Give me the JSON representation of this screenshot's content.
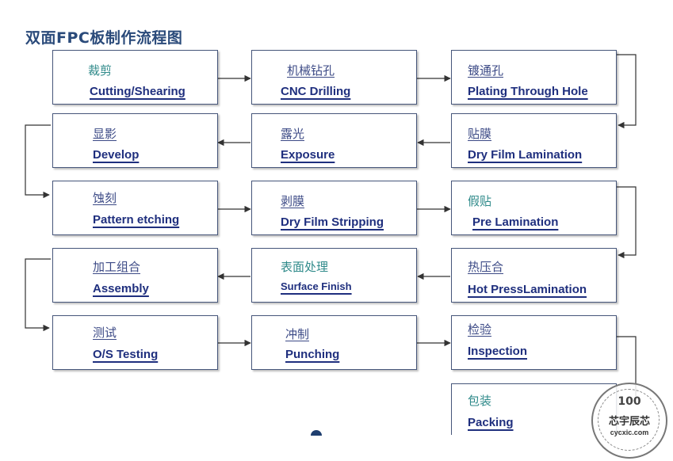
{
  "title": "双面FPC板制作流程图",
  "steps": [
    {
      "cn": "裁剪",
      "en": "Cutting/Shearing"
    },
    {
      "cn": "机械钻孔",
      "en": "CNC Drilling"
    },
    {
      "cn": "镀通孔",
      "en": "Plating Through Hole"
    },
    {
      "cn": "显影",
      "en": "Develop"
    },
    {
      "cn": "露光",
      "en": "Exposure"
    },
    {
      "cn": "贴膜",
      "en": "Dry Film Lamination"
    },
    {
      "cn": "蚀刻",
      "en": "Pattern etching"
    },
    {
      "cn": "剥膜",
      "en": "Dry Film Stripping"
    },
    {
      "cn": "假贴",
      "en": "Pre Lamination"
    },
    {
      "cn": "加工组合",
      "en": "Assembly"
    },
    {
      "cn": "表面处理",
      "en": "Surface  Finish"
    },
    {
      "cn": "热压合",
      "en": "Hot PressLamination"
    },
    {
      "cn": "测试",
      "en": "O/S Testing"
    },
    {
      "cn": "冲制",
      "en": "Punching"
    },
    {
      "cn": "检验",
      "en": "Inspection"
    },
    {
      "cn": "包装",
      "en": "Packing"
    }
  ],
  "watermark": {
    "number": "100",
    "mark": "芯宇辰芯",
    "url": "cycxic.com"
  },
  "colors": {
    "border": "#46567a",
    "arrow": "#333333",
    "cn_text": "#3c4a86",
    "en_text": "#1f2f7e",
    "title": "#2a4a7a"
  }
}
